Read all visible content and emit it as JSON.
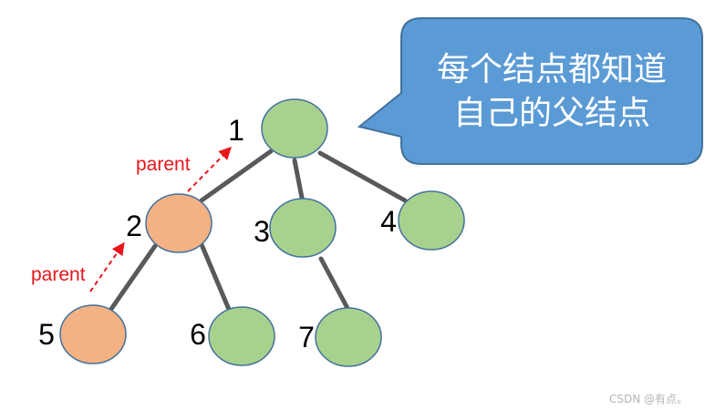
{
  "callout": {
    "line1": "每个结点都知道",
    "line2": "自己的父结点",
    "fill": "#5b9bd5",
    "stroke": "#41719c"
  },
  "tree": {
    "nodes": [
      {
        "id": "n1",
        "label": "1",
        "color": "#a9d18e"
      },
      {
        "id": "n2",
        "label": "2",
        "color": "#f4b183"
      },
      {
        "id": "n3",
        "label": "3",
        "color": "#a9d18e"
      },
      {
        "id": "n4",
        "label": "4",
        "color": "#a9d18e"
      },
      {
        "id": "n5",
        "label": "5",
        "color": "#f4b183"
      },
      {
        "id": "n6",
        "label": "6",
        "color": "#a9d18e"
      },
      {
        "id": "n7",
        "label": "7",
        "color": "#a9d18e"
      }
    ],
    "edges": [
      {
        "from": "n1",
        "to": "n2"
      },
      {
        "from": "n1",
        "to": "n3"
      },
      {
        "from": "n1",
        "to": "n4"
      },
      {
        "from": "n2",
        "to": "n5"
      },
      {
        "from": "n2",
        "to": "n6"
      },
      {
        "from": "n3",
        "to": "n7"
      }
    ],
    "parent_pointers": [
      {
        "from": "n2",
        "to": "n1",
        "label": "parent"
      },
      {
        "from": "n5",
        "to": "n2",
        "label": "parent"
      }
    ],
    "edge_color": "#595959",
    "node_stroke": "#41719c",
    "pointer_color": "#e8161b"
  },
  "watermark": "CSDN @有点。"
}
